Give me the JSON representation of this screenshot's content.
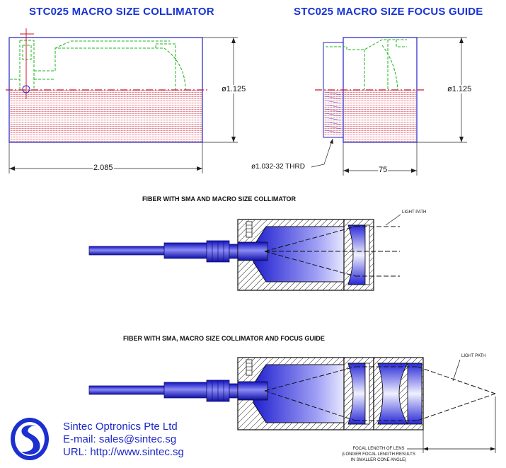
{
  "titles": {
    "collimator": "STC025 MACRO SIZE COLLIMATOR",
    "focus_guide": "STC025 MACRO SIZE FOCUS GUIDE"
  },
  "dimensions": {
    "collimator_diameter": "ø1.125",
    "collimator_length": "2.085",
    "focus_diameter": "ø1.125",
    "focus_thread": "ø1.032-32  THRD",
    "focus_length": "75"
  },
  "diagrams": {
    "sma_collimator_title": "FIBER WITH SMA AND MACRO SIZE COLLIMATOR",
    "sma_collimator_focus_title": "FIBER WITH SMA, MACRO SIZE COLLIMATOR AND FOCUS GUIDE",
    "light_path_1": "LIGHT PATH",
    "light_path_2": "LIGHT PATH",
    "focal_length_line1": "FOCAL LENGTH OF LENS",
    "focal_length_line2": "(LONGER FOCAL LENGTH RESULTS",
    "focal_length_line3": "IN SMALLER CONE ANGLE)"
  },
  "company": {
    "name": "Sintec Optronics Pte Ltd",
    "email": "E-mail: sales@sintec.sg",
    "url": "URL: http://www.sintec.sg"
  },
  "colors": {
    "title_blue": "#1733d6",
    "outline_blue": "#2020c0",
    "section_red": "#d0142a",
    "hidden_green": "#18b418"
  }
}
